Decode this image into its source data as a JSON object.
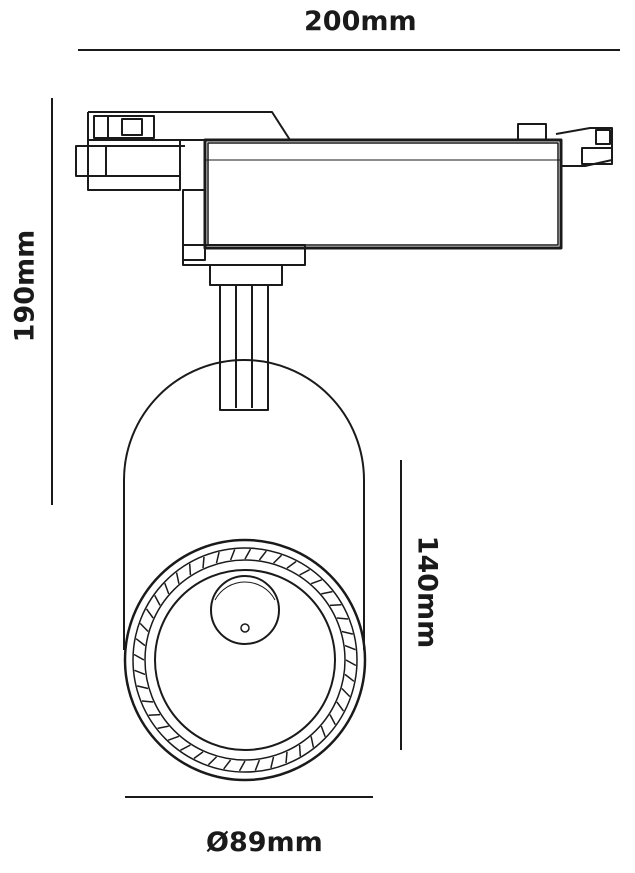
{
  "dimensions": {
    "width": "200mm",
    "height": "190mm",
    "body_height": "140mm",
    "diameter": "Ø89mm"
  },
  "colors": {
    "line": "#1a1a1a",
    "background": "#ffffff"
  }
}
